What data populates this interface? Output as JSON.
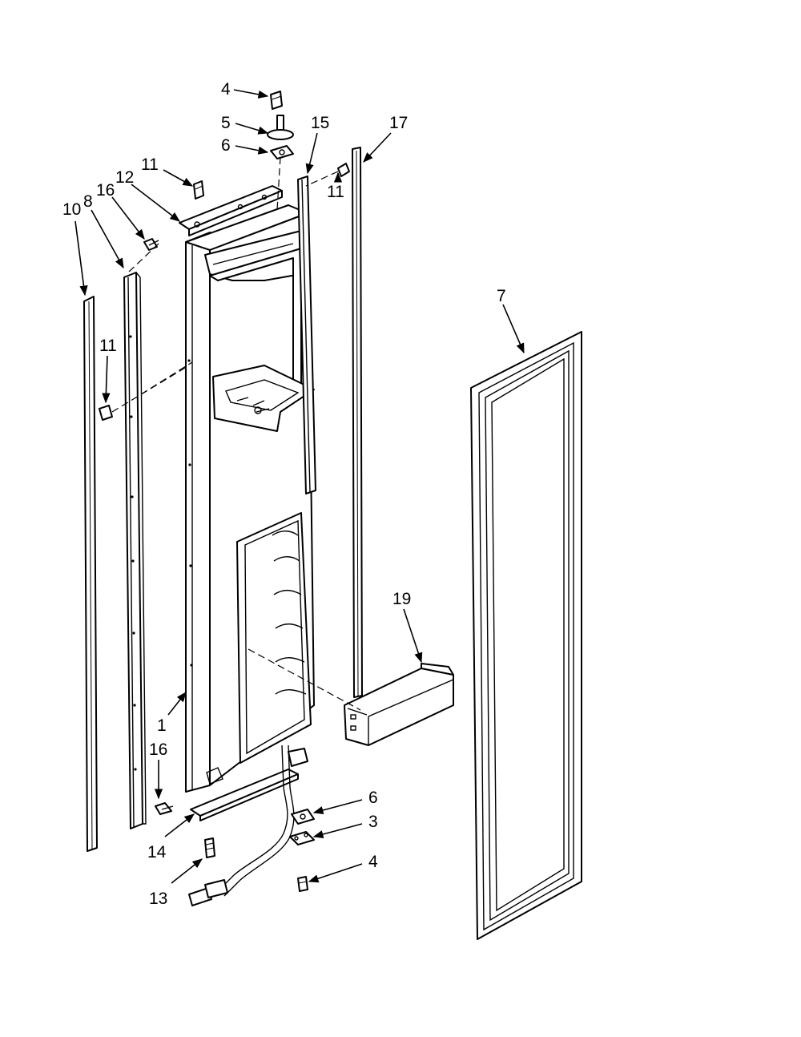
{
  "callouts": {
    "c1": "1",
    "c3": "3",
    "c4_top": "4",
    "c4_bottom": "4",
    "c5": "5",
    "c6_top": "6",
    "c6_bottom": "6",
    "c7": "7",
    "c8": "8",
    "c10": "10",
    "c11_top": "11",
    "c11_right": "11",
    "c11_left": "11",
    "c12": "12",
    "c13": "13",
    "c14": "14",
    "c15": "15",
    "c16_top": "16",
    "c16_bottom": "16",
    "c17": "17",
    "c19": "19"
  }
}
